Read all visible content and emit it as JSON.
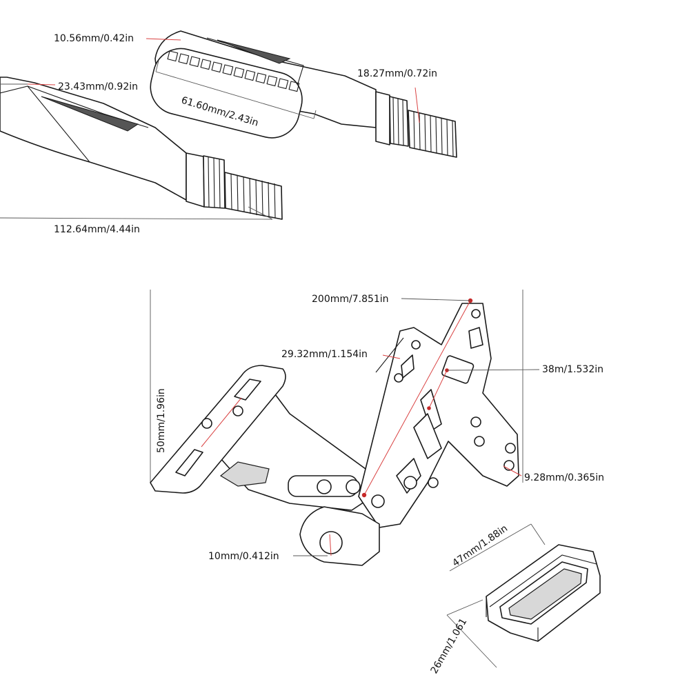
{
  "dimensions": {
    "led_height": "10.56mm/0.42in",
    "signal_width": "23.43mm/0.92in",
    "thread_length": "18.27mm/0.72in",
    "led_length": "61.60mm/2.43in",
    "total_length": "112.64mm/4.44in",
    "bracket_length": "200mm/7.851in",
    "slot_spacing": "29.32mm/1.154in",
    "arm_width": "38m/1.532in",
    "plate_height": "50mm/1.96in",
    "small_hole": "9.28mm/0.365in",
    "mount_hole": "10mm/0.412in",
    "light_length": "47mm/1.88in",
    "light_width": "26mm/1.061"
  },
  "colors": {
    "line": "#1a1a1a",
    "dimension_line": "#d94040",
    "dot": "#c62828"
  }
}
